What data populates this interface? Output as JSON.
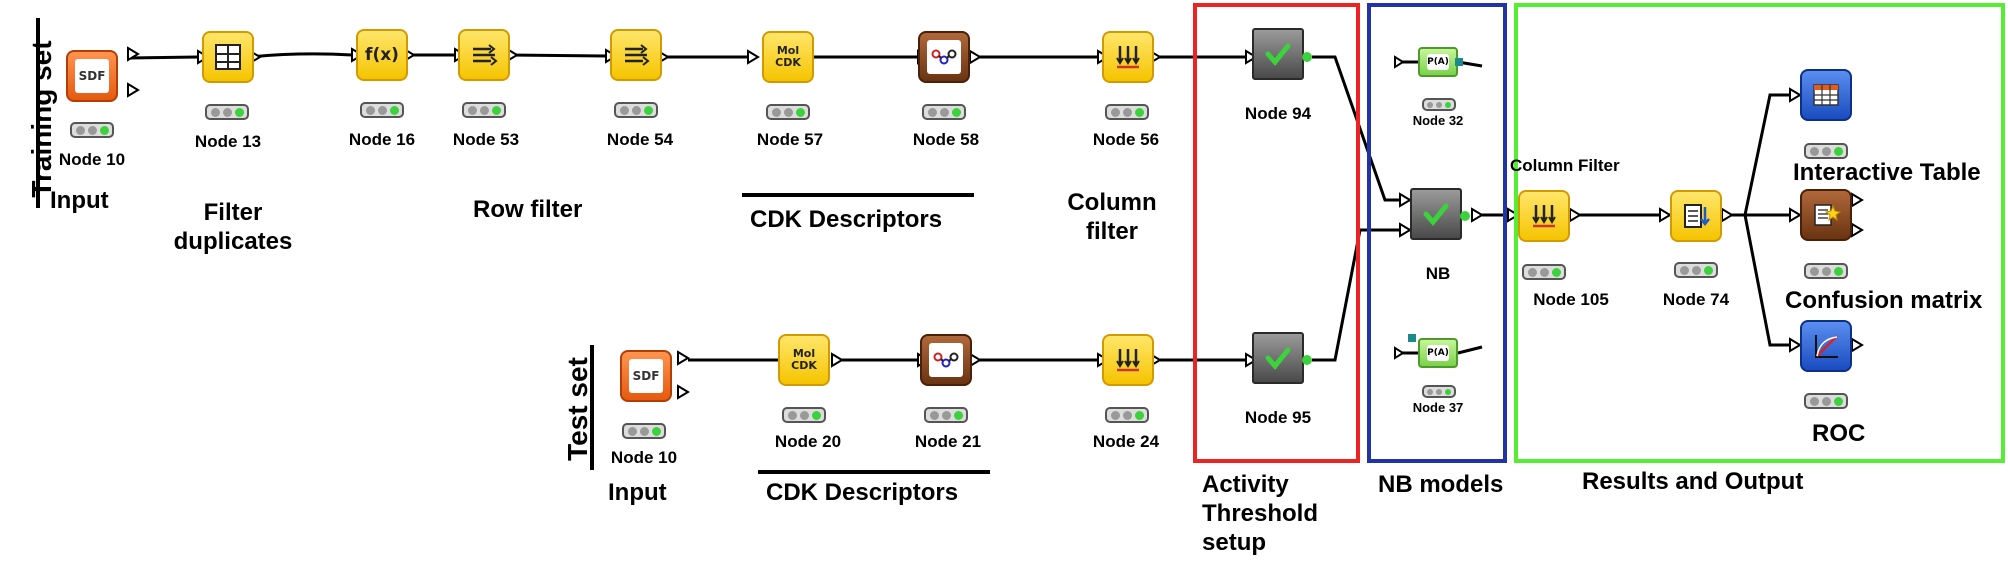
{
  "side_labels": {
    "training": "Training set",
    "test": "Test set"
  },
  "nodes": {
    "n10_train": "Node 10",
    "n13": "Node 13",
    "n16": "Node 16",
    "n53": "Node 53",
    "n54": "Node 54",
    "n57": "Node 57",
    "n58": "Node 58",
    "n56": "Node 56",
    "n94": "Node 94",
    "n32": "Node 32",
    "nb": "NB",
    "n37": "Node 37",
    "n105": "Node 105",
    "n74": "Node 74",
    "n10_test": "Node 10",
    "n20": "Node 20",
    "n21": "Node 21",
    "n24": "Node 24",
    "n95": "Node 95"
  },
  "captions": {
    "input_train": "Input",
    "filter_dup_1": "Filter",
    "filter_dup_2": "duplicates",
    "row_filter": "Row filter",
    "cdk_train": "CDK Descriptors",
    "col_filter_1": "Column",
    "col_filter_2": "filter",
    "column_filter_top": "Column Filter",
    "interactive_table": "Interactive Table",
    "confusion_matrix": "Confusion matrix",
    "roc": "ROC",
    "input_test": "Input",
    "cdk_test": "CDK Descriptors",
    "activity_1": "Activity",
    "activity_2": "Threshold",
    "activity_3": "setup",
    "nb_models": "NB models",
    "results": "Results and Output"
  },
  "icons": {
    "sdf": "SDF",
    "fx": "f(x)",
    "mol1": "Mol",
    "mol2": "CDK",
    "pa": "P(A)"
  },
  "colors": {
    "box_red": "#ee2222",
    "box_blue": "#2233aa",
    "box_green": "#55ee33"
  }
}
